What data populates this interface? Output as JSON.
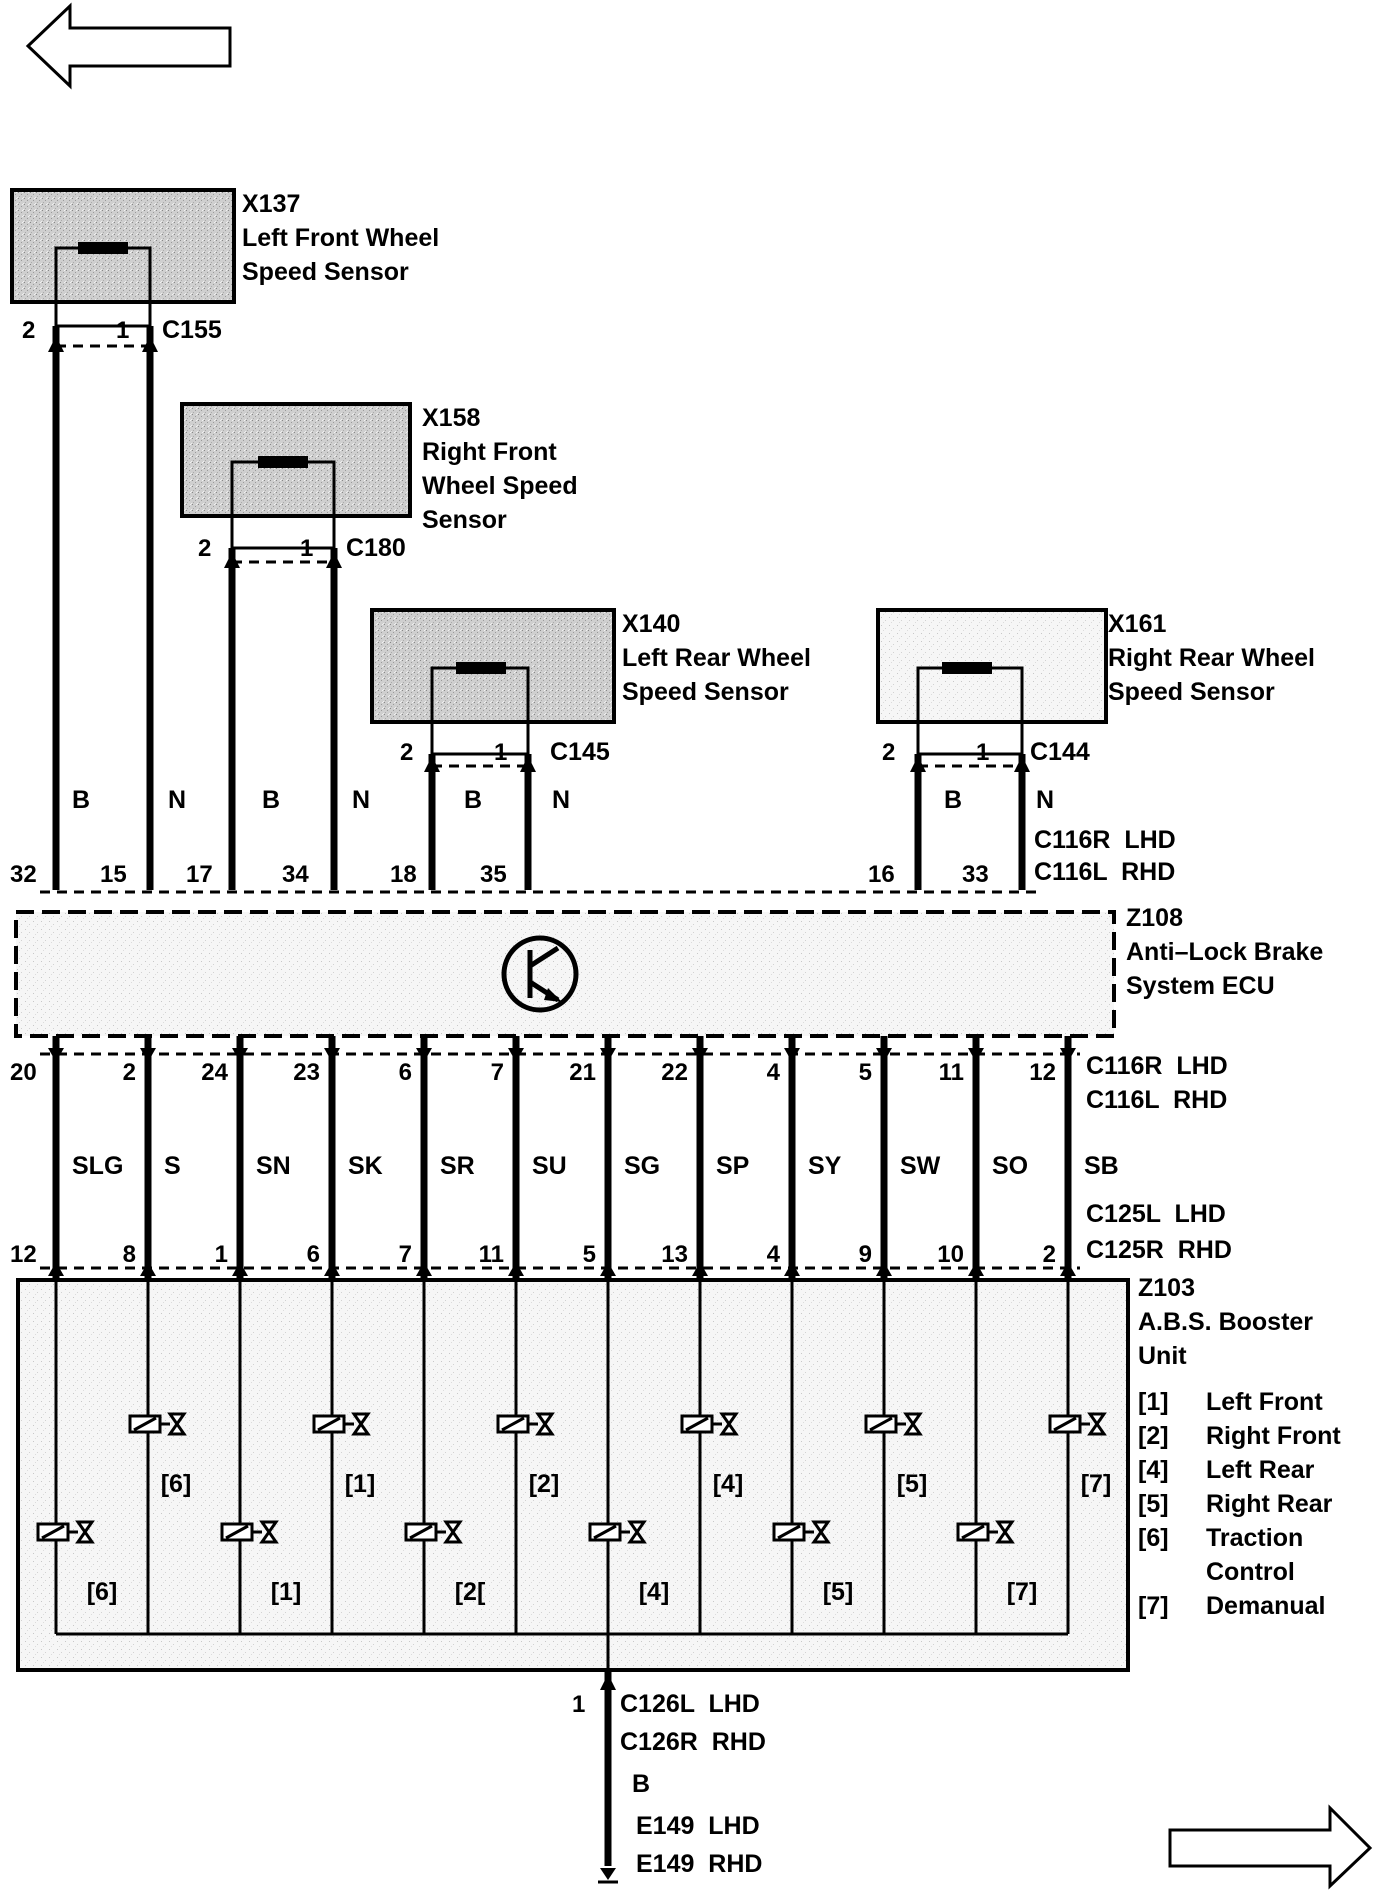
{
  "nav": {
    "back_arrow": "left-arrow",
    "forward_arrow": "right-arrow"
  },
  "sensors": [
    {
      "code": "X137",
      "name_lines": [
        "Left Front Wheel",
        "Speed Sensor"
      ],
      "connector": "C155",
      "pins": [
        "2",
        "1"
      ],
      "harness_pins": [
        "32",
        "15"
      ],
      "wire_colors": [
        "B",
        "N"
      ]
    },
    {
      "code": "X158",
      "name_lines": [
        "Right Front",
        "Wheel Speed",
        "Sensor"
      ],
      "connector": "C180",
      "pins": [
        "2",
        "1"
      ],
      "harness_pins": [
        "17",
        "34"
      ],
      "wire_colors": [
        "B",
        "N"
      ]
    },
    {
      "code": "X140",
      "name_lines": [
        "Left Rear Wheel",
        "Speed Sensor"
      ],
      "connector": "C145",
      "pins": [
        "2",
        "1"
      ],
      "harness_pins": [
        "18",
        "35"
      ],
      "wire_colors": [
        "B",
        "N"
      ]
    },
    {
      "code": "X161",
      "name_lines": [
        "Right Rear Wheel",
        "Speed Sensor"
      ],
      "connector": "C144",
      "pins": [
        "2",
        "1"
      ],
      "harness_pins": [
        "16",
        "33"
      ],
      "wire_colors": [
        "B",
        "N"
      ]
    }
  ],
  "ecu": {
    "code": "Z108",
    "name_lines": [
      "Anti–Lock Brake",
      "System ECU"
    ],
    "top_connector_lines": [
      "C116R  LHD",
      "C116L  RHD"
    ],
    "bottom_connector_lines": [
      "C116R  LHD",
      "C116L  RHD"
    ],
    "transistor_icon": "transistor-symbol"
  },
  "bus": {
    "ecu_pins": [
      "20",
      "2",
      "24",
      "23",
      "6",
      "7",
      "21",
      "22",
      "4",
      "5",
      "11",
      "12"
    ],
    "wire_colors": [
      "SLG",
      "S",
      "SN",
      "SK",
      "SR",
      "SU",
      "SG",
      "SP",
      "SY",
      "SW",
      "SO",
      "SB"
    ],
    "booster_pins": [
      "12",
      "8",
      "1",
      "6",
      "7",
      "11",
      "5",
      "13",
      "4",
      "9",
      "10",
      "2"
    ],
    "booster_connector_lines": [
      "C125L  LHD",
      "C125R  RHD"
    ]
  },
  "booster": {
    "code": "Z103",
    "name_lines": [
      "A.B.S. Booster",
      "Unit"
    ],
    "valve_labels_upper": [
      "[6]",
      "[1]",
      "[2]",
      "[4]",
      "[5]",
      "[7]"
    ],
    "valve_labels_lower": [
      "[6]",
      "[1]",
      "[2[",
      "[4]",
      "[5]",
      "[7]"
    ],
    "legend": [
      {
        "key": "[1]",
        "value": "Left Front"
      },
      {
        "key": "[2]",
        "value": "Right Front"
      },
      {
        "key": "[4]",
        "value": "Left Rear"
      },
      {
        "key": "[5]",
        "value": "Right Rear"
      },
      {
        "key": "[6]",
        "value": "Traction"
      },
      {
        "key": "",
        "value": "Control"
      },
      {
        "key": "[7]",
        "value": "Demanual"
      }
    ]
  },
  "ground": {
    "pin": "1",
    "connector_lines": [
      "C126L  LHD",
      "C126R  RHD"
    ],
    "wire_color": "B",
    "earth_lines": [
      "E149  LHD",
      "E149  RHD"
    ],
    "earth_icon": "ground-symbol"
  }
}
